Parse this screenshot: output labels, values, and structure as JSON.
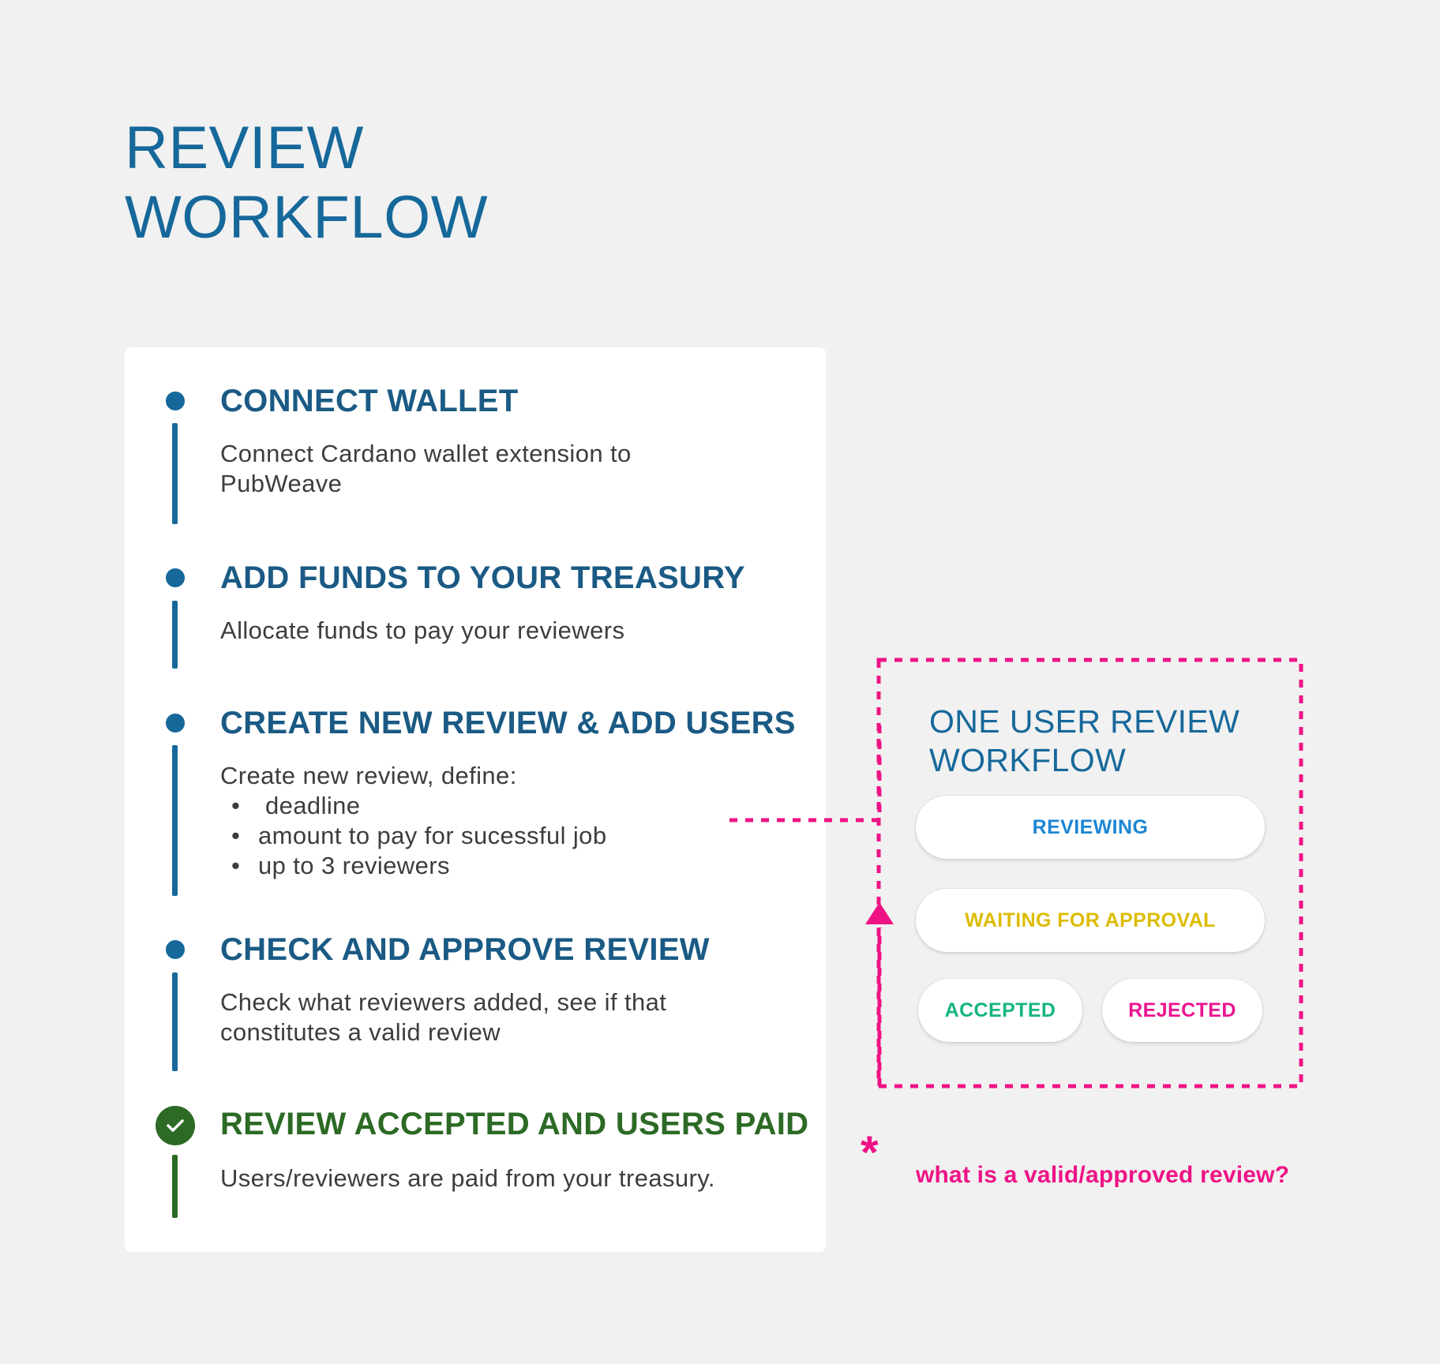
{
  "title": {
    "line1": "REVIEW",
    "line2": "WORKFLOW"
  },
  "steps": [
    {
      "title": "CONNECT WALLET",
      "desc": "Connect Cardano wallet extension to PubWeave"
    },
    {
      "title": "ADD FUNDS TO YOUR TREASURY",
      "desc": "Allocate funds to pay your reviewers"
    },
    {
      "title": "CREATE NEW REVIEW & ADD USERS",
      "desc": "Create new review, define:",
      "bullets": [
        " deadline",
        "amount to pay for sucessful job",
        "up to 3 reviewers"
      ]
    },
    {
      "title": "CHECK AND APPROVE REVIEW",
      "desc": "Check what reviewers added, see if that constitutes a valid review"
    },
    {
      "title": "REVIEW ACCEPTED AND USERS PAID",
      "desc": "Users/reviewers are paid from your treasury."
    }
  ],
  "side": {
    "title_line1": "ONE USER REVIEW",
    "title_line2": "WORKFLOW",
    "statuses": {
      "reviewing": "REVIEWING",
      "waiting": "WAITING FOR APPROVAL",
      "accepted": "ACCEPTED",
      "rejected": "REJECTED"
    }
  },
  "note": {
    "asterisk": "*",
    "text": "what is a valid/approved review?"
  },
  "colors": {
    "primary": "#16689a",
    "success": "#2c6a25",
    "accent": "#ee1385",
    "reviewing": "#1b86d2",
    "waiting": "#dcbc00",
    "accepted": "#13b57d"
  },
  "icons": {
    "step_done": "check-circle-icon",
    "arrow": "arrow-up-icon"
  }
}
